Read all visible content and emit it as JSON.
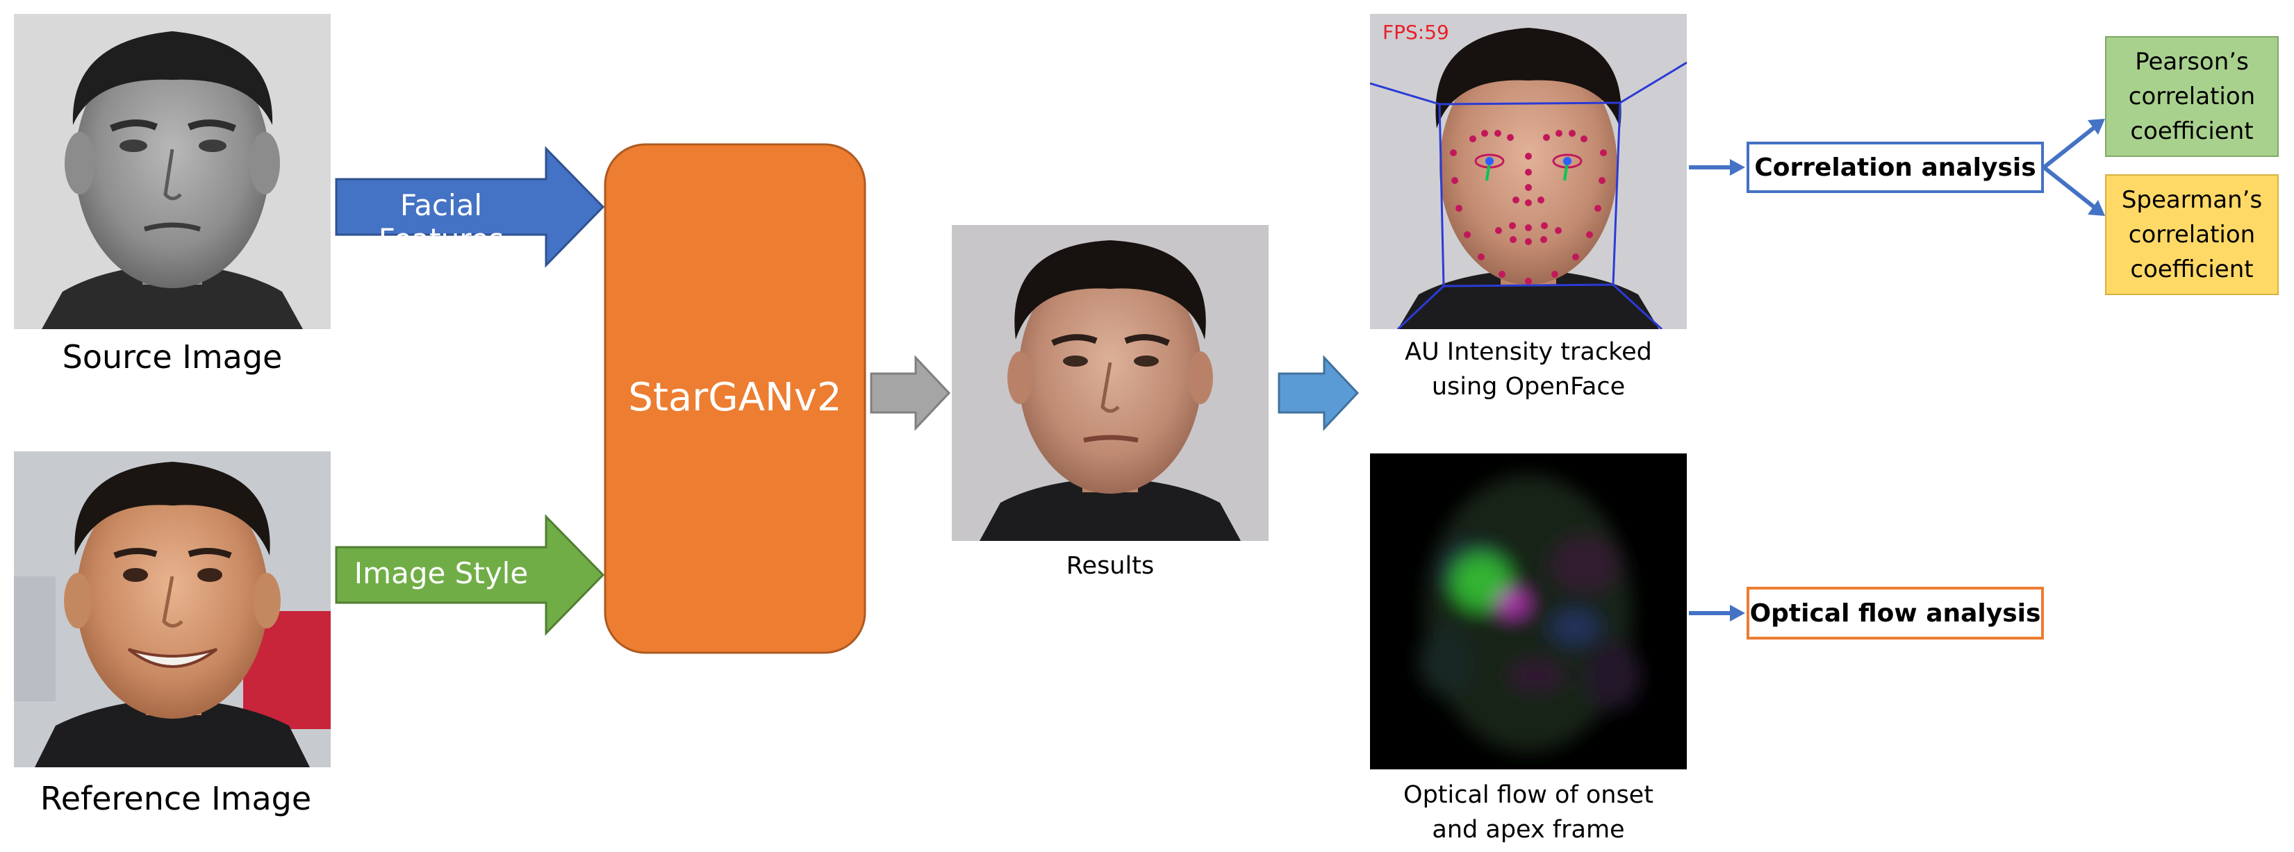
{
  "source": {
    "caption": "Source Image"
  },
  "reference": {
    "caption": "Reference Image"
  },
  "arrows": {
    "facial_features": "Facial Features",
    "image_style": "Image Style"
  },
  "generator": {
    "label": "StarGANv2"
  },
  "result": {
    "caption": "Results"
  },
  "openface": {
    "caption_line1": "AU Intensity tracked",
    "caption_line2": "using OpenFace",
    "fps_overlay": "FPS:59"
  },
  "optical": {
    "caption_line1": "Optical flow of onset",
    "caption_line2": "and apex frame"
  },
  "analysis": {
    "correlation": "Correlation analysis",
    "optical_flow": "Optical flow analysis"
  },
  "coefficients": {
    "pearson": [
      "Pearson’s",
      "correlation",
      "coefficient"
    ],
    "spearman": [
      "Spearman’s",
      "correlation",
      "coefficient"
    ]
  },
  "colors": {
    "blue_arrow": "#4472c4",
    "green_arrow": "#70ad47",
    "orange": "#ed7d31",
    "gray_arrow": "#a5a5a5",
    "light_blue_arrow": "#5b9bd5",
    "green_box": "#a9d18e",
    "yellow_box": "#ffd966"
  }
}
